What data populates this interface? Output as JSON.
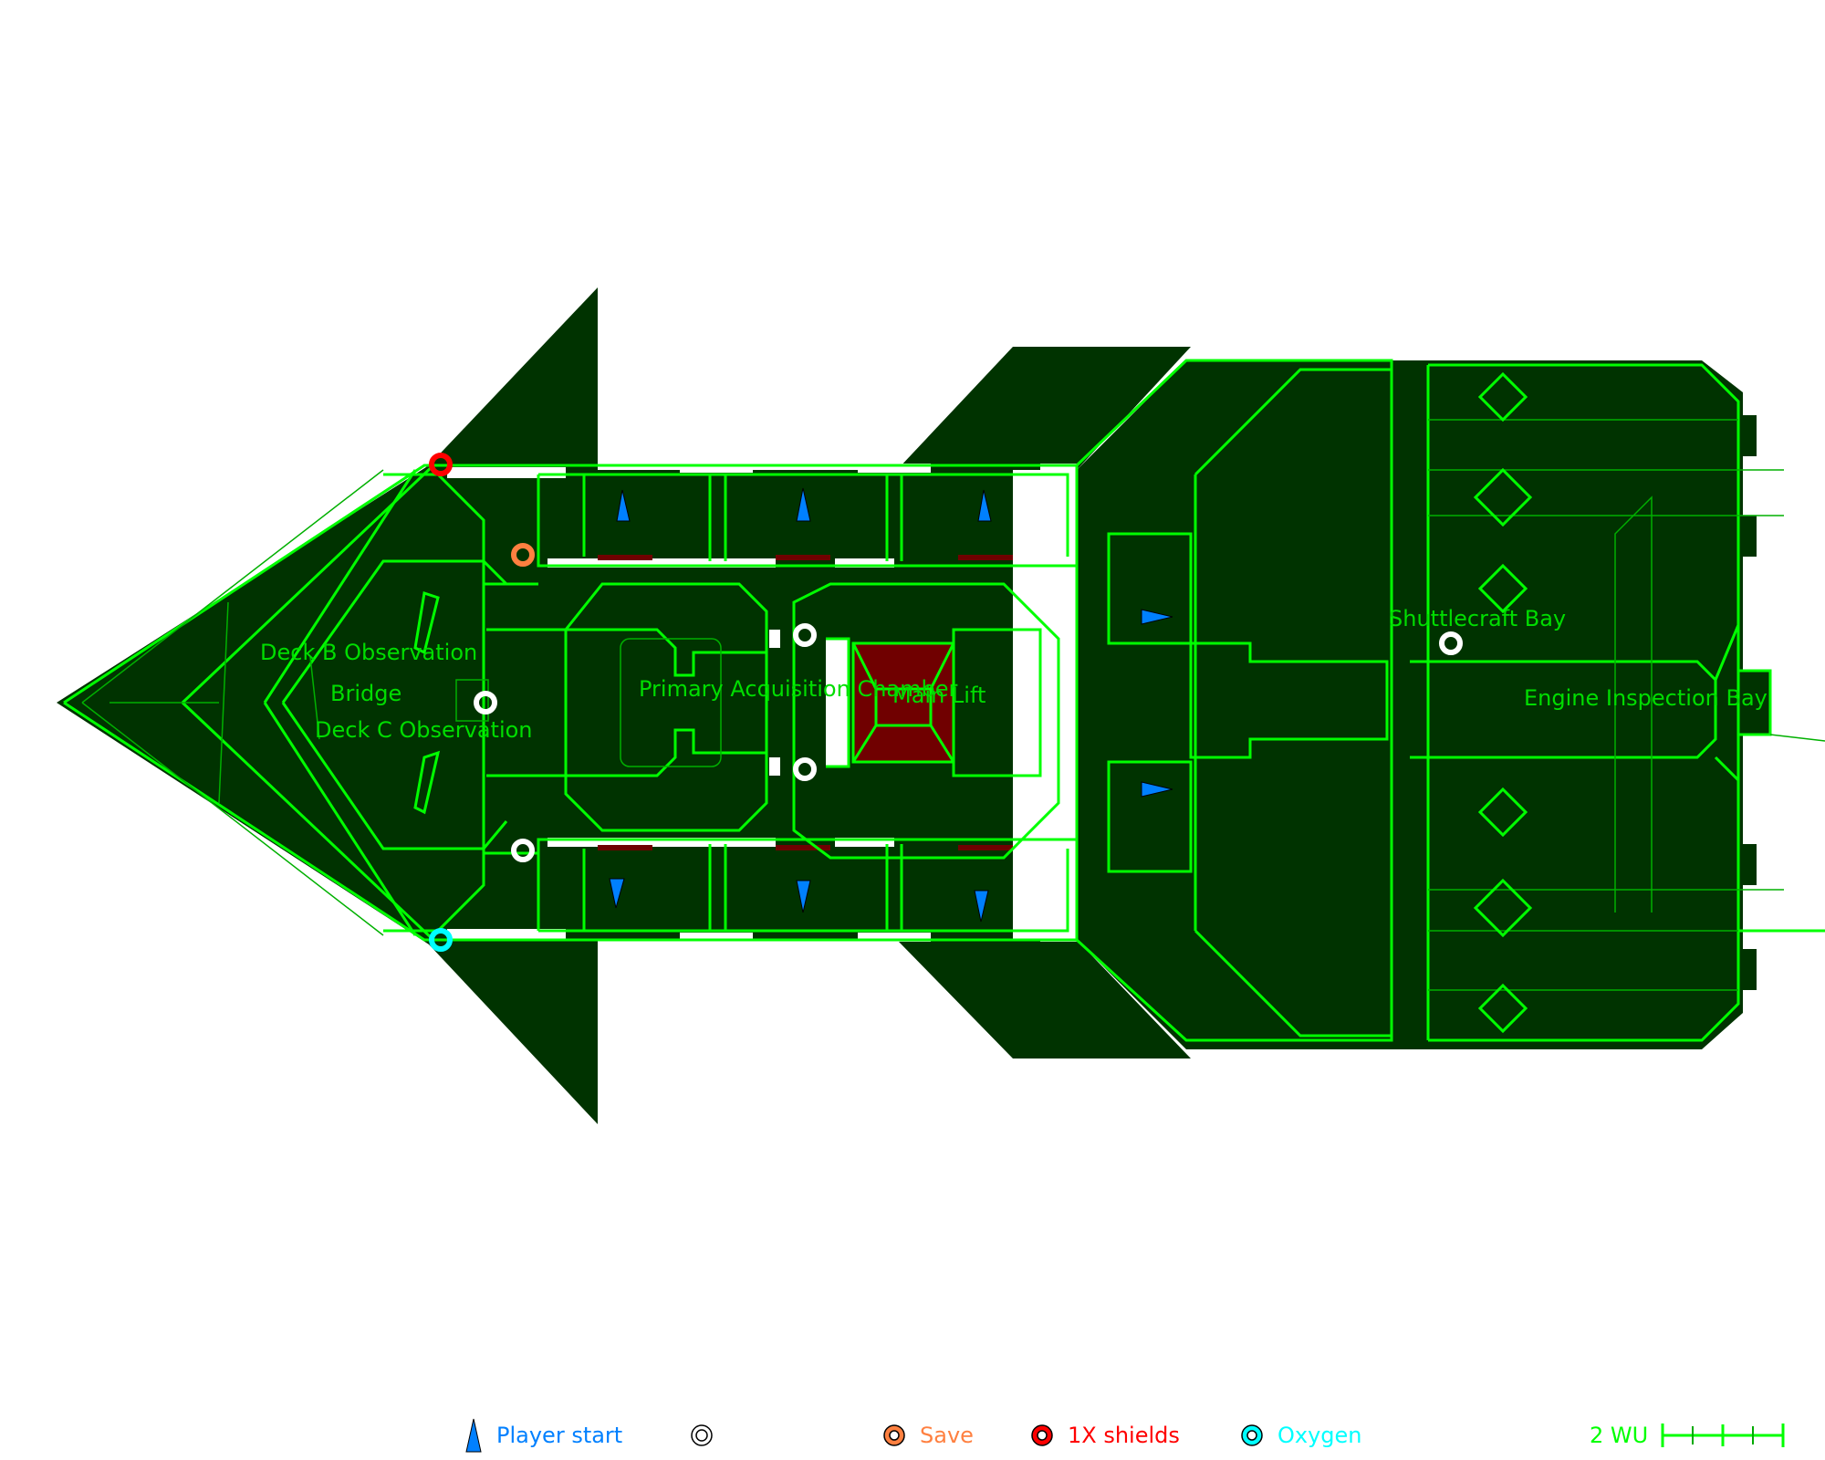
{
  "rooms": [
    {
      "id": "deck-b-observation",
      "label": "Deck B Observation"
    },
    {
      "id": "bridge",
      "label": "Bridge"
    },
    {
      "id": "deck-c-observation",
      "label": "Deck C Observation"
    },
    {
      "id": "primary-acquisition-chamber",
      "label": "Primary Acquisition Chamber"
    },
    {
      "id": "main-lift",
      "label": "Main Lift"
    },
    {
      "id": "shuttlecraft-bay",
      "label": "Shuttlecraft Bay"
    },
    {
      "id": "engine-inspection-bay",
      "label": "Engine Inspection Bay"
    }
  ],
  "markers": {
    "player_starts": 8,
    "items": [
      {
        "type": "1X shields",
        "color": "#ff0000"
      },
      {
        "type": "Save",
        "color": "#ff8040"
      },
      {
        "type": "generic",
        "color": "#ffffff"
      },
      {
        "type": "generic",
        "color": "#ffffff"
      },
      {
        "type": "generic",
        "color": "#ffffff"
      },
      {
        "type": "generic",
        "color": "#ffffff"
      },
      {
        "type": "generic",
        "color": "#ffffff"
      },
      {
        "type": "Oxygen",
        "color": "#00ffff"
      }
    ]
  },
  "legend": {
    "player_start": {
      "label": "Player start",
      "color": "#0080ff",
      "icon": "player-start-triangle-icon"
    },
    "generic": {
      "label": "",
      "color": "#ffffff",
      "icon": "generic-item-ring-icon"
    },
    "save": {
      "label": "Save",
      "color": "#ff8040",
      "icon": "save-ring-icon"
    },
    "shields": {
      "label": "1X shields",
      "color": "#ff0000",
      "icon": "shields-ring-icon"
    },
    "oxygen": {
      "label": "Oxygen",
      "color": "#00ffff",
      "icon": "oxygen-ring-icon"
    }
  },
  "scale": {
    "label": "2 WU",
    "color": "#00ff00",
    "segments": 4
  },
  "colors": {
    "hull": "#003300",
    "wall": "#00ff00",
    "door": "#ffffff",
    "force_field": "#700000",
    "label": "#00dd00"
  }
}
